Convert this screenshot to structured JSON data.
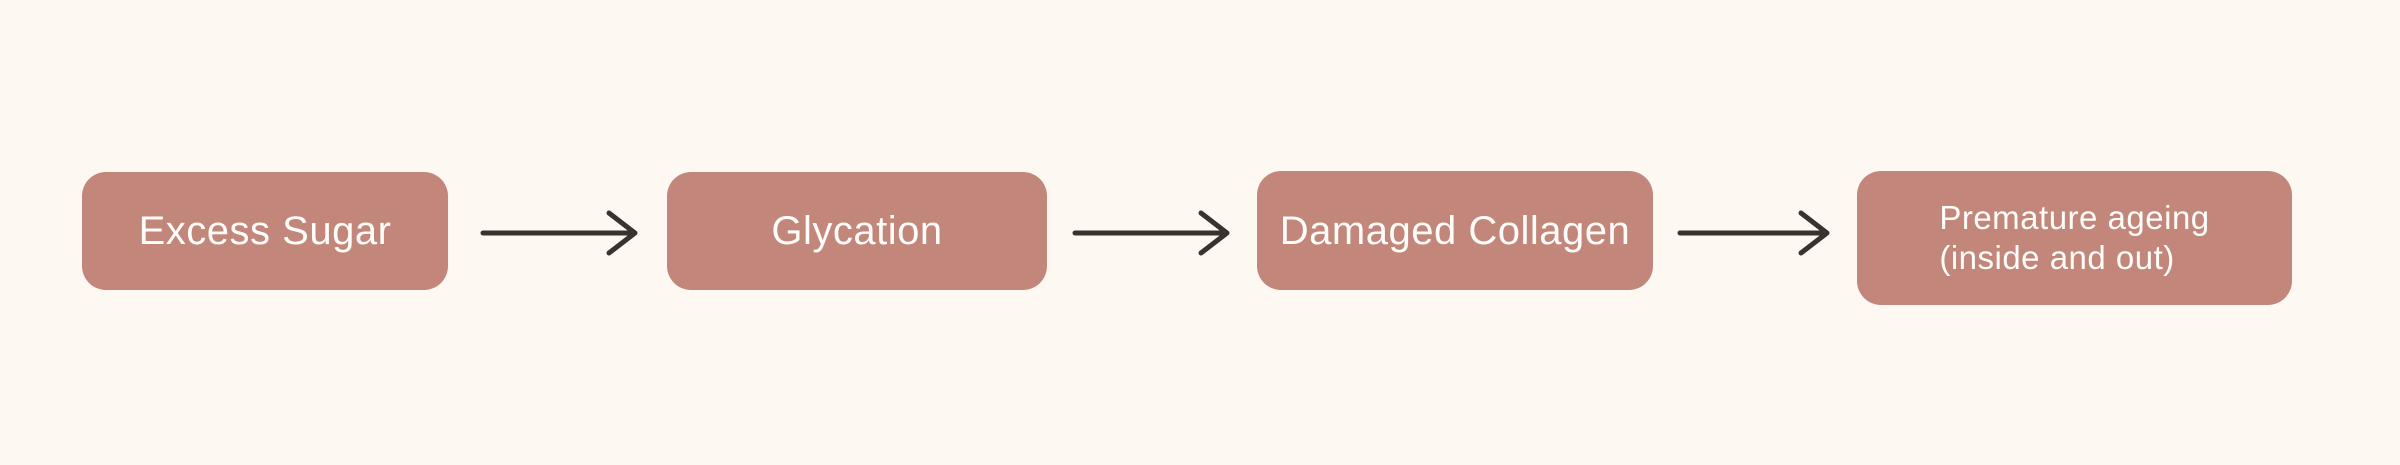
{
  "diagram": {
    "title": "",
    "background_color": "#fdf9f2",
    "node_fill_color": "#c2867a",
    "node_text_color": "#fffdfa",
    "arrow_color": "#3a332b",
    "flow_direction": "left-to-right",
    "nodes": [
      {
        "id": 1,
        "label": "Excess Sugar",
        "lines": [
          "Excess Sugar"
        ]
      },
      {
        "id": 2,
        "label": "Glycation",
        "lines": [
          "Glycation"
        ]
      },
      {
        "id": 3,
        "label": "Damaged Collagen",
        "lines": [
          "Damaged Collagen"
        ]
      },
      {
        "id": 4,
        "label": "Premature ageing (inside and out)",
        "lines": [
          "Premature ageing",
          "(inside and out)"
        ]
      }
    ],
    "connections": [
      {
        "from": "Excess Sugar",
        "to": "Glycation",
        "icon": "right-arrow-icon"
      },
      {
        "from": "Glycation",
        "to": "Damaged Collagen",
        "icon": "right-arrow-icon"
      },
      {
        "from": "Damaged Collagen",
        "to": "Premature ageing (inside and out)",
        "icon": "right-arrow-icon"
      }
    ]
  }
}
